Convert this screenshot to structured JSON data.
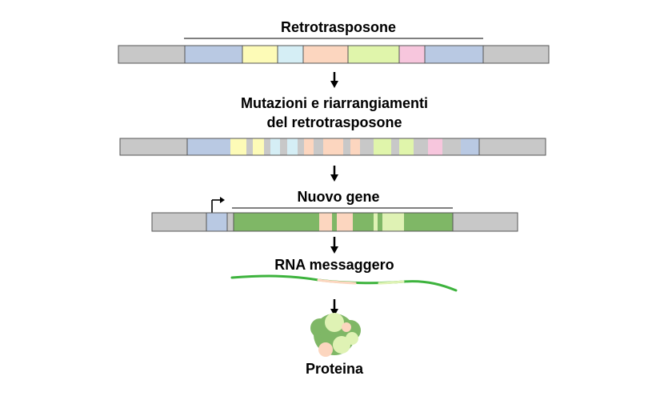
{
  "labels": {
    "retrotransposon": "Retrotrasposone",
    "mutations_line1": "Mutazioni e riarrangiamenti",
    "mutations_line2": "del retrotrasposone",
    "new_gene": "Nuovo gene",
    "mrna": "RNA messaggero",
    "protein": "Proteina"
  },
  "colors": {
    "flank": "#c8c8c8",
    "outline": "#555555",
    "blue": "#b9c9e3",
    "yellow": "#fdfbb7",
    "cyan": "#d5eef5",
    "peach": "#fcd6bf",
    "lime": "#e0f5ab",
    "pink": "#f7c6dd",
    "green": "#7fb766",
    "light_green": "#dff2b4",
    "mrna_green": "#3db33d",
    "arrow": "#000000"
  }
}
